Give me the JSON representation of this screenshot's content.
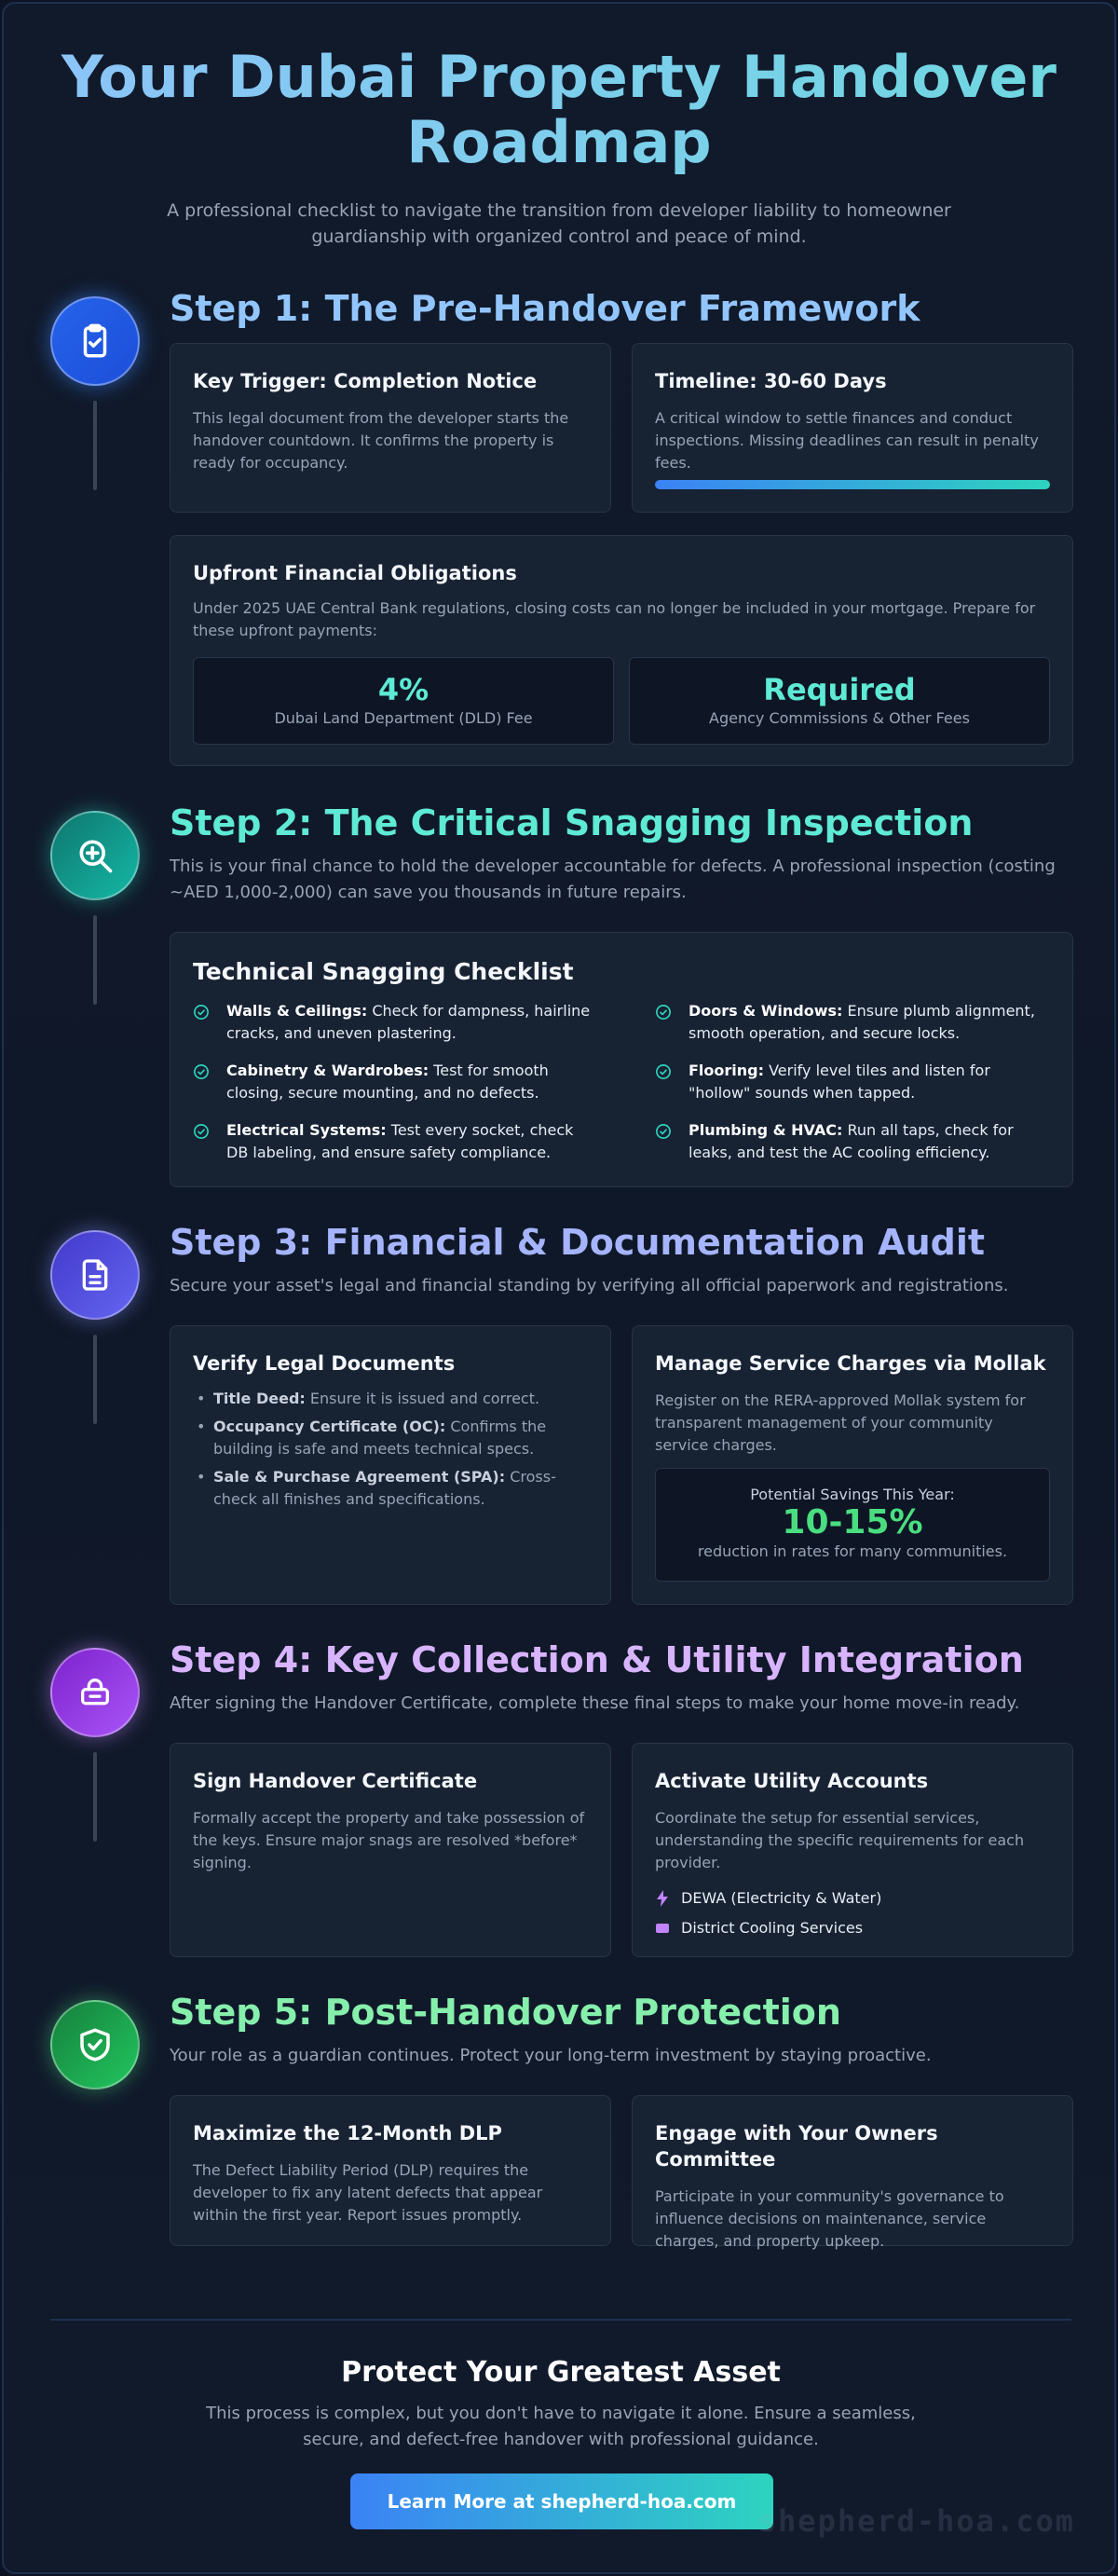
{
  "header": {
    "title": "Your Dubai Property Handover Roadmap",
    "subtitle": "A professional checklist to navigate the transition from developer liability to homeowner guardianship with organized control and peace of mind."
  },
  "colors": {
    "step1": "#93c5fd",
    "step2": "#5eead4",
    "step3": "#a5b4fc",
    "step4": "#d8b4fe",
    "step5": "#86efac"
  },
  "step1": {
    "icon": "clipboard-check-icon",
    "title": "Step 1: The Pre-Handover Framework",
    "trigger": {
      "title": "Key Trigger: Completion Notice",
      "text": "This legal document from the developer starts the handover countdown. It confirms the property is ready for occupancy."
    },
    "timeline": {
      "title": "Timeline: 30-60 Days",
      "text": "A critical window to settle finances and conduct inspections. Missing deadlines can result in penalty fees.",
      "progress_percent": 100
    },
    "financial": {
      "title": "Upfront Financial Obligations",
      "text": "Under 2025 UAE Central Bank regulations, closing costs can no longer be included in your mortgage. Prepare for these upfront payments:",
      "stats": [
        {
          "value": "4%",
          "label": "Dubai Land Department (DLD) Fee"
        },
        {
          "value": "Required",
          "label": "Agency Commissions & Other Fees"
        }
      ]
    }
  },
  "step2": {
    "icon": "magnifier-plus-icon",
    "title": "Step 2: The Critical Snagging Inspection",
    "desc": "This is your final chance to hold the developer accountable for defects. A professional inspection (costing ~AED 1,000-2,000) can save you thousands in future repairs.",
    "checklist_title": "Technical Snagging Checklist",
    "items": [
      {
        "name": "Walls & Ceilings:",
        "text": " Check for dampness, hairline cracks, and uneven plastering."
      },
      {
        "name": "Doors & Windows:",
        "text": " Ensure plumb alignment, smooth operation, and secure locks."
      },
      {
        "name": "Cabinetry & Wardrobes:",
        "text": " Test for smooth closing, secure mounting, and no defects."
      },
      {
        "name": "Flooring:",
        "text": " Verify level tiles and listen for \"hollow\" sounds when tapped."
      },
      {
        "name": "Electrical Systems:",
        "text": " Test every socket, check DB labeling, and ensure safety compliance."
      },
      {
        "name": "Plumbing & HVAC:",
        "text": " Run all taps, check for leaks, and test the AC cooling efficiency."
      }
    ]
  },
  "step3": {
    "icon": "document-icon",
    "title": "Step 3: Financial & Documentation Audit",
    "desc": "Secure your asset's legal and financial standing by verifying all official paperwork and registrations.",
    "legal": {
      "title": "Verify Legal Documents",
      "items": [
        {
          "name": "Title Deed:",
          "text": " Ensure it is issued and correct."
        },
        {
          "name": "Occupancy Certificate (OC):",
          "text": " Confirms the building is safe and meets technical specs."
        },
        {
          "name": "Sale & Purchase Agreement (SPA):",
          "text": " Cross-check all finishes and specifications."
        }
      ]
    },
    "mollak": {
      "title": "Manage Service Charges via Mollak",
      "text": "Register on the RERA-approved Mollak system for transparent management of your community service charges.",
      "savings_label": "Potential Savings This Year:",
      "savings_value": "10-15%",
      "savings_note": "reduction in rates for many communities."
    }
  },
  "step4": {
    "icon": "key-lock-icon",
    "title": "Step 4: Key Collection & Utility Integration",
    "desc": "After signing the Handover Certificate, complete these final steps to make your home move-in ready.",
    "certificate": {
      "title": "Sign Handover Certificate",
      "text": "Formally accept the property and take possession of the keys. Ensure major snags are resolved *before* signing."
    },
    "utilities": {
      "title": "Activate Utility Accounts",
      "text": "Coordinate the setup for essential services, understanding the specific requirements for each provider.",
      "items": [
        "DEWA (Electricity & Water)",
        "District Cooling Services"
      ]
    }
  },
  "step5": {
    "icon": "shield-check-icon",
    "title": "Step 5: Post-Handover Protection",
    "desc": "Your role as a guardian continues. Protect your long-term investment by staying proactive.",
    "dlp": {
      "title": "Maximize the 12-Month DLP",
      "text": "The Defect Liability Period (DLP) requires the developer to fix any latent defects that appear within the first year. Report issues promptly."
    },
    "committee": {
      "title": "Engage with Your Owners Committee",
      "text": "Participate in your community's governance to influence decisions on maintenance, service charges, and property upkeep."
    }
  },
  "footer": {
    "title": "Protect Your Greatest Asset",
    "text": "This process is complex, but you don't have to navigate it alone. Ensure a seamless, secure, and defect-free handover with professional guidance.",
    "cta_label": "Learn More at shepherd-hoa.com",
    "watermark": "shepherd-hoa.com"
  }
}
